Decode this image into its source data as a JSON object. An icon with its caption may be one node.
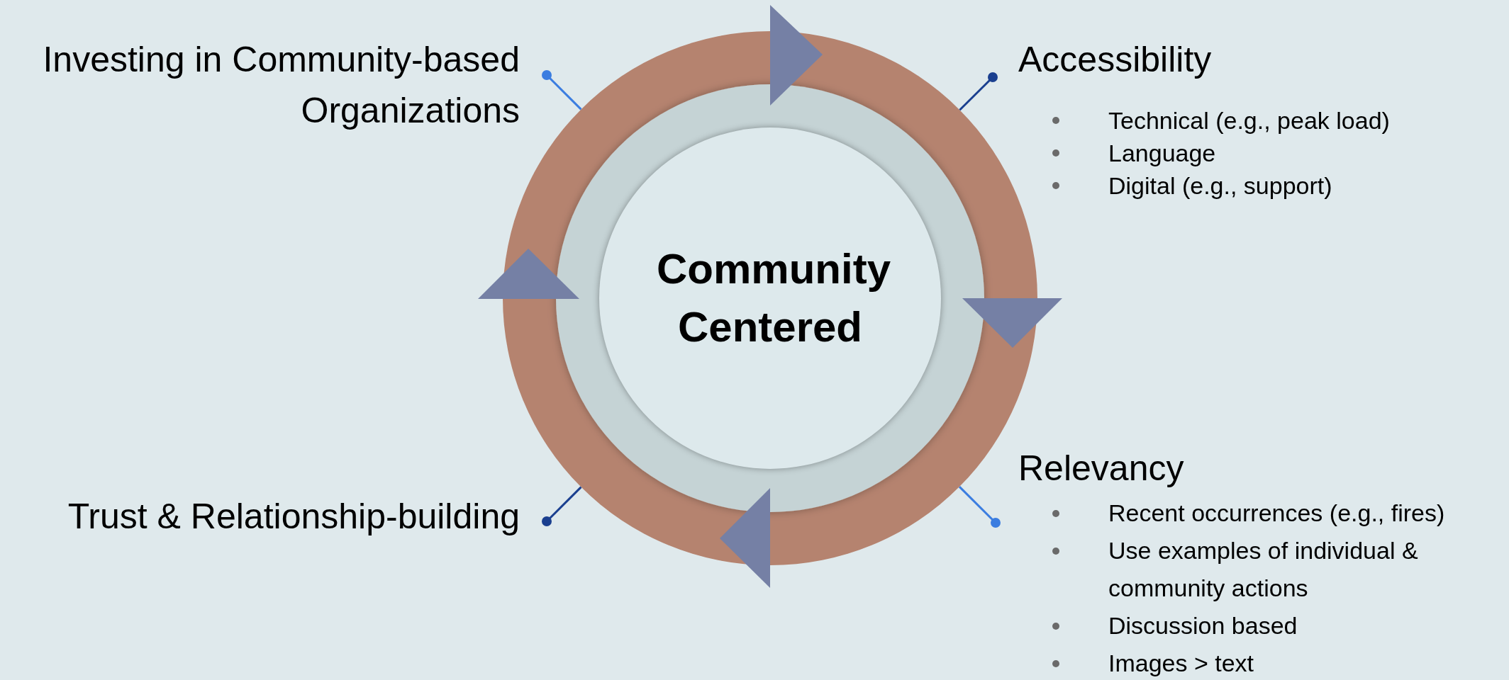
{
  "diagram": {
    "nodes": [
      {
        "text": [
          "Investing in Community-based Organizations"
        ]
      },
      {
        "text": [
          "Accessibility",
          "Technical (e.g., peak load)",
          "Language",
          "Digital (e.g., support)"
        ]
      },
      {
        "text": [],
        "shape": "circle"
      },
      {
        "text": [
          "Community Centered"
        ],
        "in": 2
      },
      {
        "text": [
          "Relevancy",
          "Recent occurrences (e.g., fires)",
          "Use examples of individual & community actions",
          "Discussion based",
          "Images > text"
        ]
      },
      {
        "text": [
          "Trust & Relationship-building"
        ]
      }
    ],
    "edges": [
      {
        "from": 0,
        "to": 2,
        "arrow": "other",
        "color": "#3b7de0"
      },
      {
        "from": 1,
        "to": 2,
        "arrow": "other"
      },
      {
        "from": 4,
        "to": 2,
        "arrow": "other",
        "color": "#3b7de0"
      },
      {
        "from": 5,
        "to": 2,
        "arrow": "other"
      }
    ]
  }
}
